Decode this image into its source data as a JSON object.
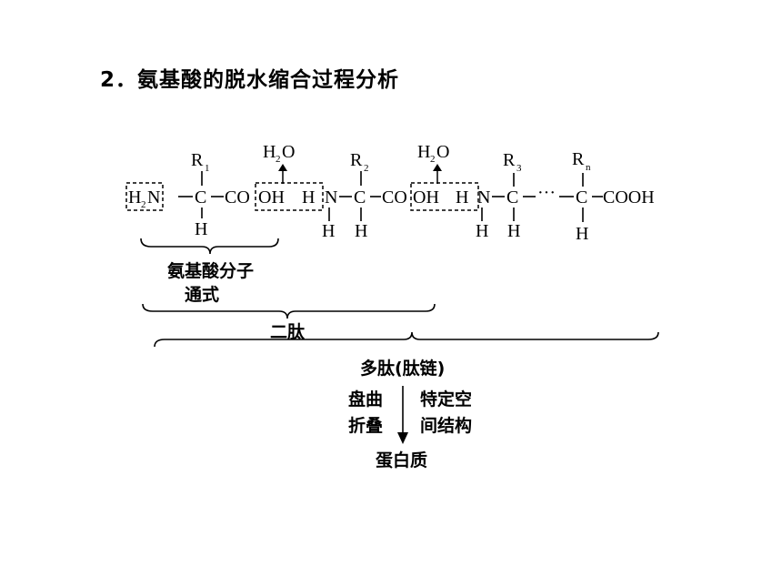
{
  "title": "2．氨基酸的脱水缩合过程分析",
  "formula": {
    "h2n_left": "H",
    "h2n_sub": "2",
    "h2n_right": "N",
    "residue_1_r": "R",
    "residue_1_sub": "1",
    "residue_2_r": "R",
    "residue_2_sub": "2",
    "residue_3_r": "R",
    "residue_3_sub": "3",
    "residue_n_r": "R",
    "residue_n_sub": "n",
    "water": "H",
    "water_sub": "2",
    "water_o": "O",
    "carbon": "C",
    "carbonyl": "CO",
    "hydroxyl": "OH",
    "hydrogen": "H",
    "nitrogen": "N",
    "ellipsis": "···",
    "carboxyl": "COOH"
  },
  "labels": {
    "amino_acid_line1": "氨基酸分子",
    "amino_acid_line2": "通式",
    "dipeptide": "二肽",
    "polypeptide": "多肽(肽链)",
    "fold_line1": "盘曲",
    "fold_line2": "折叠",
    "structure_line1": "特定空",
    "structure_line2": "间结构",
    "protein": "蛋白质"
  }
}
